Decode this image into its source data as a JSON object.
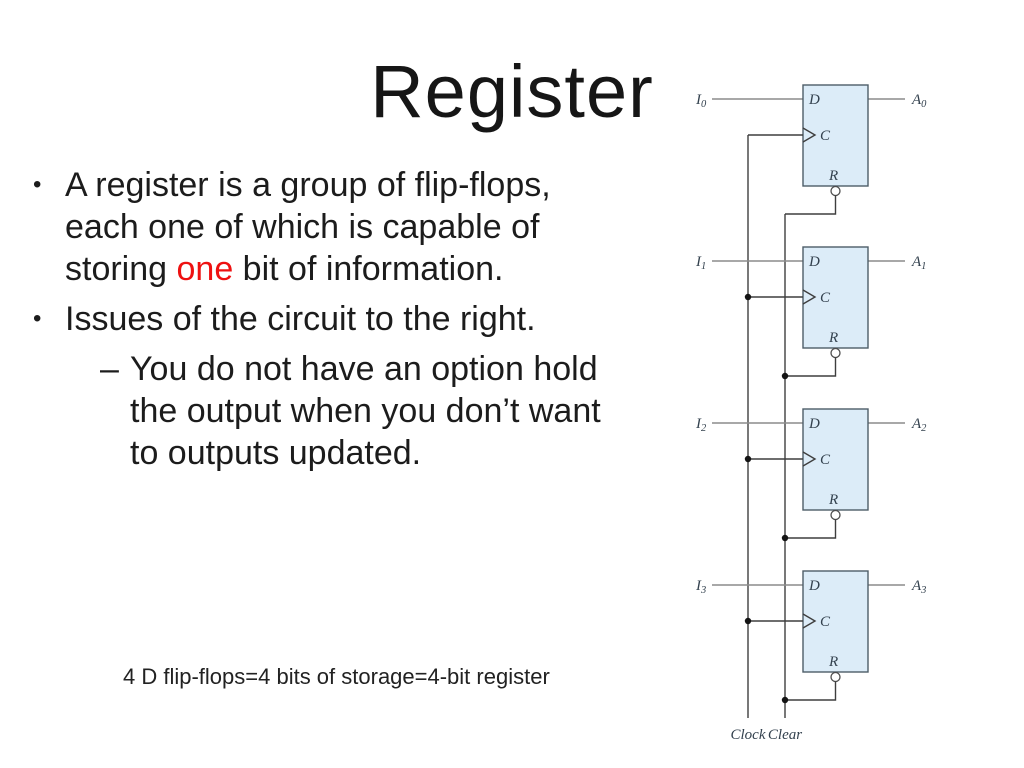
{
  "slide": {
    "title": "Register"
  },
  "bullets": {
    "b1": {
      "marker": "•",
      "line1": "A register is a group of flip-flops,",
      "line2": "each one of which is capable of",
      "line3_pre": "storing ",
      "line3_red": "one",
      "line3_post": " bit of information."
    },
    "b2": {
      "marker": "•",
      "text": "Issues of the circuit to the right."
    },
    "sub": {
      "marker": "–",
      "line1": "You do not have an option hold",
      "line2": "the output when you don’t want",
      "line3": "to outputs updated."
    }
  },
  "caption": "4 D flip-flops=4 bits of storage=4-bit register",
  "colors": {
    "highlight_red": "#ee1111",
    "flipflop_fill": "#dcecf8",
    "flipflop_border": "#4e5d68",
    "wire_gray": "#8c8c8c",
    "wire_dark": "#3e3e3e",
    "circuit_label": "#33414e"
  },
  "circuit": {
    "clock_label": "Clock",
    "clear_label": "Clear",
    "flipflops": [
      {
        "input_base": "I",
        "input_sub": "0",
        "output_base": "A",
        "output_sub": "0",
        "d_label": "D",
        "c_label": "C",
        "r_label": "R"
      },
      {
        "input_base": "I",
        "input_sub": "1",
        "output_base": "A",
        "output_sub": "1",
        "d_label": "D",
        "c_label": "C",
        "r_label": "R"
      },
      {
        "input_base": "I",
        "input_sub": "2",
        "output_base": "A",
        "output_sub": "2",
        "d_label": "D",
        "c_label": "C",
        "r_label": "R"
      },
      {
        "input_base": "I",
        "input_sub": "3",
        "output_base": "A",
        "output_sub": "3",
        "d_label": "D",
        "c_label": "C",
        "r_label": "R"
      }
    ]
  }
}
